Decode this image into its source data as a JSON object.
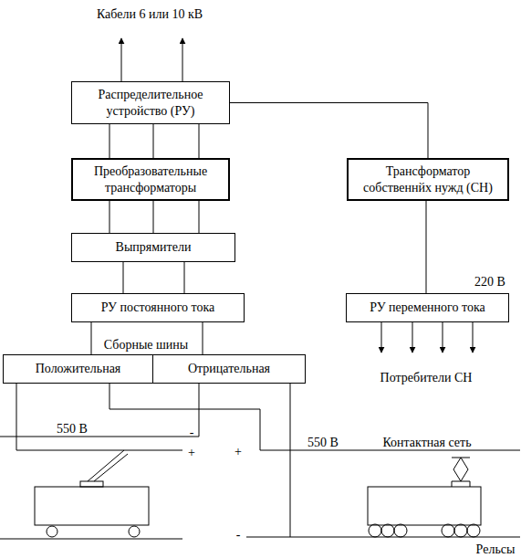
{
  "diagram": {
    "nodes": [
      {
        "text": [
          "Распределительное устройство (РУ)"
        ]
      },
      {
        "text": [
          "Преобразовательные трансформаторы"
        ]
      },
      {
        "text": [
          "Выпрямители"
        ]
      },
      {
        "text": [
          "РУ постоянного тока"
        ]
      },
      {
        "text": [
          "Трансформатор собственнйх нужд (СН)"
        ]
      },
      {
        "text": [
          "РУ переменного тока"
        ]
      },
      {
        "text": [
          "Положительная"
        ]
      },
      {
        "text": [
          "Отрицательная"
        ]
      }
    ],
    "edges": [
      {
        "from": 0,
        "to": 1,
        "arrow": "none"
      },
      {
        "from": 1,
        "to": 2,
        "arrow": "none"
      },
      {
        "from": 2,
        "to": 3,
        "arrow": "none"
      },
      {
        "from": 0,
        "to": 4,
        "arrow": "none"
      },
      {
        "from": 4,
        "to": 5,
        "arrow": "none"
      },
      {
        "from": 3,
        "to": 6,
        "arrow": "none"
      },
      {
        "from": 3,
        "to": 7,
        "arrow": "none"
      }
    ],
    "labels": [
      "Кабели 6 или 10 кВ",
      "220 В",
      "Сборные шины",
      "Потребители СН",
      "550 В",
      "-",
      "+",
      "+",
      "550 В",
      "Контактная сеть",
      "-",
      "Рельсы"
    ]
  }
}
